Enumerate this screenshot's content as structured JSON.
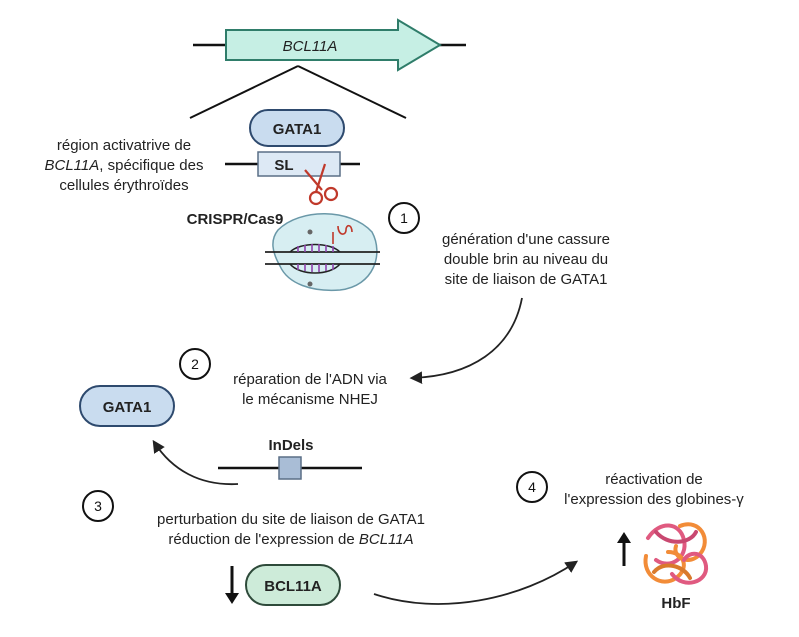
{
  "gene": {
    "label": "BCL11A"
  },
  "enhancer": {
    "line1": "région activatrive de",
    "line2_italic": "BCL11A",
    "line2_rest": ", spécifique des",
    "line3": "cellules érythroïdes",
    "site_label": "SL"
  },
  "gata1_label": "GATA1",
  "crispr_label": "CRISPR/Cas9",
  "steps": [
    {
      "number": "1",
      "lines": [
        "génération d'une cassure",
        "double brin au niveau du",
        "site de liaison de GATA1"
      ]
    },
    {
      "number": "2",
      "lines": [
        "réparation de l'ADN via",
        "le mécanisme NHEJ"
      ]
    },
    {
      "number": "3",
      "line1": "perturbation du site de liaison de GATA1",
      "line2_prefix": "réduction de l'expression de ",
      "line2_italic": "BCL11A"
    },
    {
      "number": "4",
      "lines": [
        "réactivation de",
        "l'expression des globines-γ"
      ]
    }
  ],
  "indels_label": "InDels",
  "bcl11a_protein_label": "BCL11A",
  "hbf_label": "HbF",
  "colors": {
    "gene_fill": "#c6efe4",
    "gene_stroke": "#2f7d6a",
    "gata1_fill": "#c9dcef",
    "box_fill": "#dde9f5",
    "bcl11a_fill": "#cdebd9",
    "scissors": "#c0392b",
    "hbf_pink": "#e05a80",
    "hbf_orange": "#f28c38"
  }
}
